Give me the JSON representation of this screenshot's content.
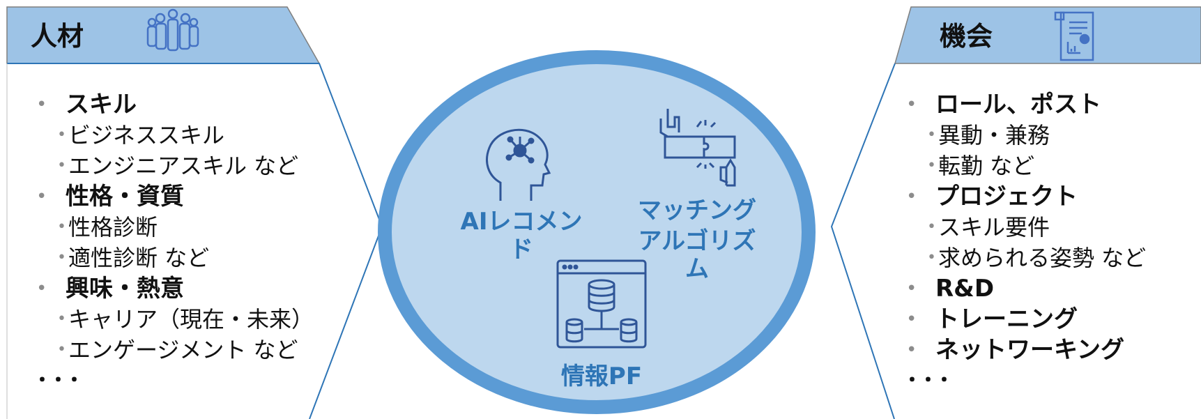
{
  "left_panel": {
    "title": "人材",
    "icon": "people-group-icon",
    "items": [
      {
        "type": "main",
        "text": "スキル"
      },
      {
        "type": "sub",
        "text": "ビジネススキル"
      },
      {
        "type": "sub",
        "text": "エンジニアスキル など"
      },
      {
        "type": "main",
        "text": "性格・資質"
      },
      {
        "type": "sub",
        "text": "性格診断"
      },
      {
        "type": "sub",
        "text": "適性診断 など"
      },
      {
        "type": "main",
        "text": "興味・熱意"
      },
      {
        "type": "sub",
        "text": "キャリア（現在・未来）"
      },
      {
        "type": "sub",
        "text": "エンゲージメント など"
      },
      {
        "type": "ellipsis",
        "text": "･･･"
      }
    ]
  },
  "right_panel": {
    "title": "機会",
    "icon": "report-document-icon",
    "items": [
      {
        "type": "main",
        "text": "ロール、ポスト"
      },
      {
        "type": "sub",
        "text": "異動・兼務"
      },
      {
        "type": "sub",
        "text": "転勤 など"
      },
      {
        "type": "main",
        "text": "プロジェクト"
      },
      {
        "type": "sub",
        "text": "スキル要件"
      },
      {
        "type": "sub",
        "text": "求められる姿勢 など"
      },
      {
        "type": "main",
        "text": "R&D"
      },
      {
        "type": "main",
        "text": "トレーニング"
      },
      {
        "type": "main",
        "text": "ネットワーキング"
      },
      {
        "type": "ellipsis",
        "text": "･･･"
      }
    ]
  },
  "center": {
    "ai_label": "AIレコメンド",
    "ai_icon": "ai-head-icon",
    "matching_label_1": "マッチング",
    "matching_label_2": "アルゴリズム",
    "matching_icon": "puzzle-hands-icon",
    "pf_label": "情報PF",
    "pf_icon": "database-window-icon"
  },
  "colors": {
    "header_fill": "#9dc3e6",
    "header_stroke": "#7f7f7f",
    "panel_stroke": "#2e75b6",
    "circle_fill": "#bdd7ee",
    "circle_ring": "#5b9bd5",
    "icon_blue": "#2f5597",
    "label_blue": "#2e75b6"
  }
}
